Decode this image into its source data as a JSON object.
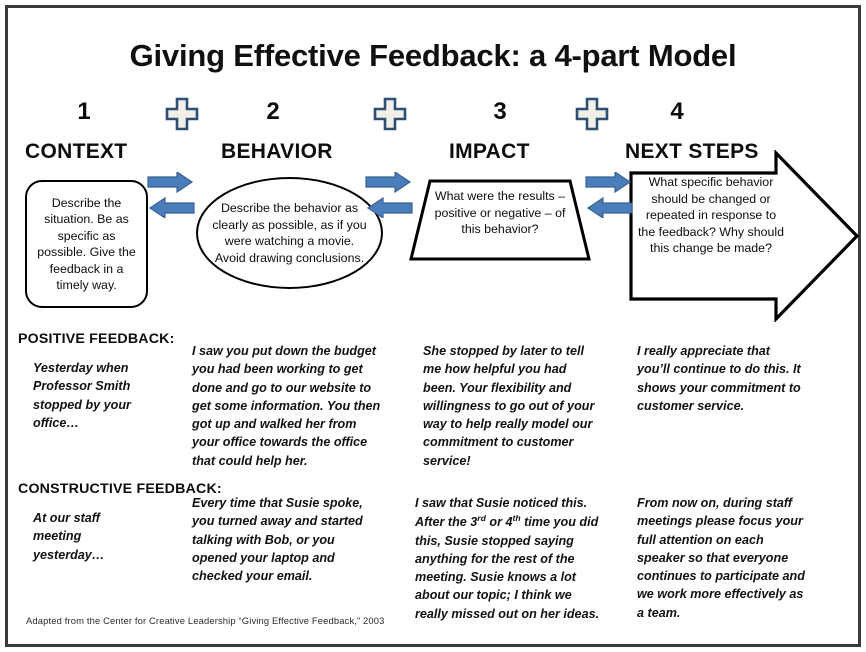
{
  "title": "Giving Effective Feedback:  a 4-part Model",
  "colors": {
    "arrow_blue": "#4a7ebb",
    "arrow_blue_dark": "#3b6294",
    "plus_border": "#2e4e73",
    "plus_fill": "#f1efe8",
    "outline_black": "#000000",
    "frame_gray": "#3a3a3a",
    "text_black": "#0d0d0d"
  },
  "steps": [
    {
      "number": "1",
      "heading": "CONTEXT",
      "shape": "rounded-rectangle",
      "body": "Describe the situation.   Be as specific as possible.  Give the feedback in a timely way."
    },
    {
      "number": "2",
      "heading": "BEHAVIOR",
      "shape": "ellipse",
      "body": "Describe the behavior as clearly as possible, as if you were watching a movie. Avoid drawing conclusions."
    },
    {
      "number": "3",
      "heading": "IMPACT",
      "shape": "trapezoid",
      "body": "What were the results – positive or negative – of this behavior?"
    },
    {
      "number": "4",
      "heading": "NEXT STEPS",
      "shape": "block-arrow",
      "body": "What specific behavior should be changed or repeated in response to the feedback?  Why should this change be made?"
    }
  ],
  "separators": [
    {
      "icon": "plus-icon",
      "label": "+"
    },
    {
      "icon": "plus-icon",
      "label": "+"
    },
    {
      "icon": "plus-icon",
      "label": "+"
    }
  ],
  "connectors": [
    {
      "icon": "double-arrow-icon",
      "direction": "bidirectional"
    },
    {
      "icon": "double-arrow-icon",
      "direction": "bidirectional"
    },
    {
      "icon": "double-arrow-icon",
      "direction": "bidirectional"
    }
  ],
  "positive_feedback": {
    "label": "POSITIVE FEEDBACK:",
    "columns": [
      "Yesterday when Professor Smith stopped by your office…",
      "I saw you put down the budget you had been working to get done and go to our website to get some information. You then got up and  walked her from your office towards the office that could help her.",
      "She stopped by later to tell me how helpful you had been.  Your flexibility  and willingness to go out of your way to help really model our commitment to customer service!",
      "I really appreciate that you’ll continue to do this.  It shows your commitment to customer service."
    ]
  },
  "constructive_feedback": {
    "label": "CONSTRUCTIVE FEEDBACK:",
    "columns": [
      "At our staff meeting yesterday…",
      " Every time that Susie spoke, you turned away and started talking with Bob, or you opened your laptop and checked your email.",
      "I saw that Susie noticed this. After the 3rd or 4th time you did this, Susie stopped saying anything for the rest of the meeting.   Susie knows a lot about our topic; I  think we really missed out on her ideas.",
      "From now on, during staff meetings please focus your full attention on each speaker so that everyone continues to participate and we work more effectively as a team."
    ],
    "column3_parts": {
      "before_first": "I saw that Susie noticed this. After the 3",
      "sup1": "rd",
      "middle": " or 4",
      "sup2": "th",
      "after": " time you did this, Susie stopped saying anything for the rest of the meeting.   Susie knows a lot about our topic; I  think we really missed out on her ideas."
    }
  },
  "footer": "Adapted from the Center for Creative Leadership “Giving Effective Feedback,”  2003"
}
